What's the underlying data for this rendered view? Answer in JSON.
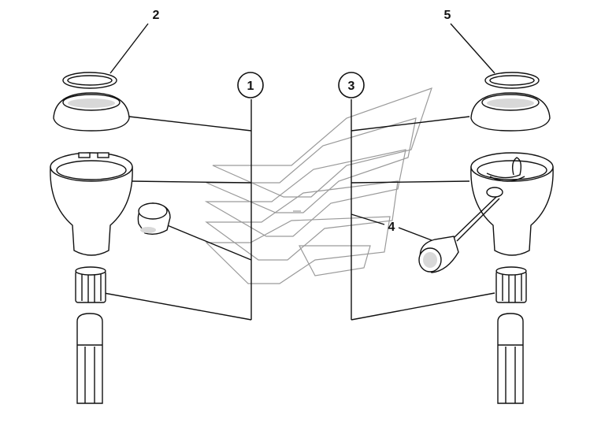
{
  "callouts": [
    {
      "id": "1",
      "text": "1",
      "circled": true
    },
    {
      "id": "2",
      "text": "2",
      "circled": false
    },
    {
      "id": "3",
      "text": "3",
      "circled": true
    },
    {
      "id": "4",
      "text": "4",
      "circled": false
    },
    {
      "id": "5",
      "text": "5",
      "circled": false
    }
  ],
  "colors": {
    "ink": "#111111",
    "watermark": "#9a9a9a",
    "shading": "#d8d8d8"
  },
  "icons": [
    "seal-ring",
    "knob-cap",
    "gear-knob",
    "push-button",
    "adapter-sleeve",
    "shift-lever",
    "wired-switch"
  ]
}
